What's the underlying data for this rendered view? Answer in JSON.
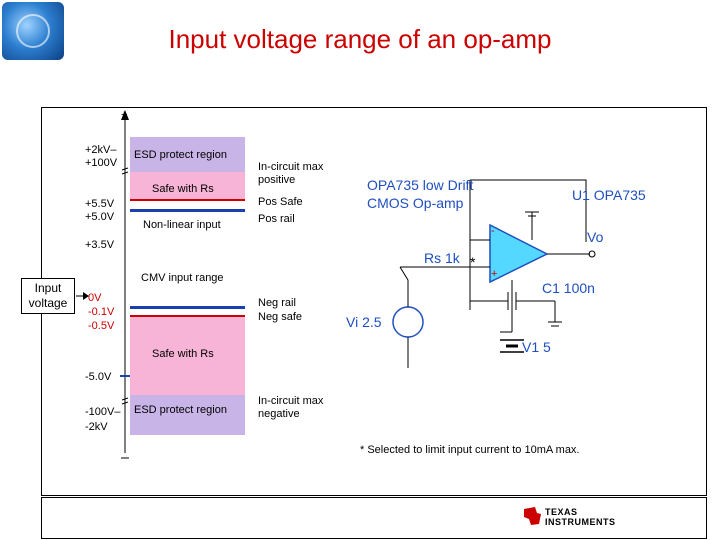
{
  "title": "Input voltage range of an op-amp",
  "voltage_labels": {
    "v_2kv": "+2kV–",
    "v_100v": "+100V",
    "v_5_5v": "+5.5V",
    "v_5_0v": "+5.0V",
    "v_3_5v": "+3.5V",
    "v_0v": "0V",
    "v_neg_0_1v": "-0.1V",
    "v_neg_0_5v": "-0.5V",
    "v_neg_5v": "-5.0V",
    "v_neg_100v": "-100V–",
    "v_neg_2kv": "-2kV"
  },
  "region_labels": {
    "esd_top": "ESD protect region",
    "safe_rs_top": "Safe with Rs",
    "nonlinear": "Non-linear input",
    "cmv": "CMV input range",
    "safe_rs_bottom": "Safe with Rs",
    "esd_bottom": "ESD protect region"
  },
  "side_labels": {
    "incircuit_pos": "In-circuit max positive",
    "pos_safe": "Pos Safe",
    "pos_rail": "Pos rail",
    "neg_rail": "Neg rail",
    "neg_safe": "Neg safe",
    "incircuit_neg": "In-circuit max negative"
  },
  "input_box": "Input voltage",
  "schematic": {
    "opamp_desc": "OPA735 low Drift CMOS Op-amp",
    "u1": "U1 OPA735",
    "vo": "Vo",
    "rs": "Rs 1k",
    "rs_note": "*",
    "c1": "C1 100n",
    "vi": "Vi 2.5",
    "v1": "V1 5",
    "plus": "+",
    "minus": "-"
  },
  "footnote": "* Selected to limit input current to 10mA max.",
  "ti_logo": {
    "line1": "TEXAS",
    "line2": "INSTRUMENTS"
  },
  "colors": {
    "title": "#cc0000",
    "esd_band": "#c9b4e8",
    "safe_band": "#f7b4d6",
    "nonlinear_band": "#ffffff",
    "cmv_band": "#ffffff",
    "pos_rail_line": "#1a3fb0",
    "pos_safe_line": "#cc0000",
    "schematic_blue": "#1f4fbf",
    "opamp_fill": "#55d8ff",
    "ti_red": "#cc0000"
  }
}
